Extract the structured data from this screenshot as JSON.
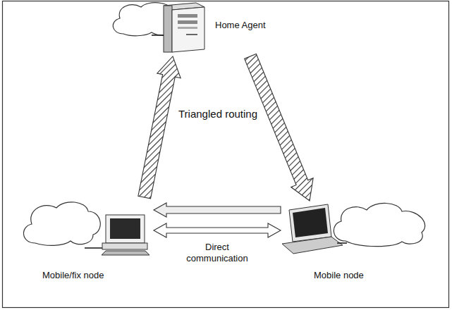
{
  "diagram": {
    "nodes": [
      {
        "text": [
          "Home Agent"
        ]
      },
      {
        "text": [
          "Mobile/fix node"
        ]
      },
      {
        "text": [
          "Mobile node"
        ]
      }
    ],
    "edges": [
      {
        "from": 1,
        "to": 0,
        "arrow": "to"
      },
      {
        "from": 0,
        "to": 2,
        "arrow": "to"
      },
      {
        "from": 2,
        "to": 1,
        "arrow": "to"
      },
      {
        "from": 1,
        "to": 2,
        "label": "Direct communication",
        "arrow": "both"
      }
    ],
    "labels": [
      "Triangled routing"
    ]
  }
}
